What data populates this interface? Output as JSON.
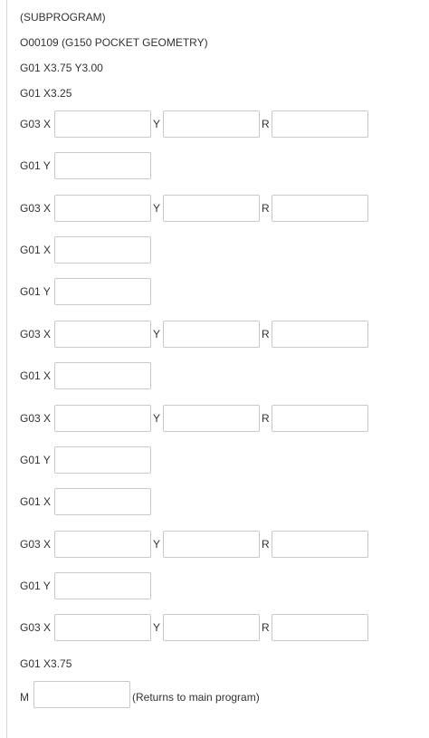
{
  "header": {
    "line1": "(SUBPROGRAM)",
    "line2": "O00109 (G150 POCKET GEOMETRY)",
    "line3": "G01 X3.75 Y3.00",
    "line4": "G01 X3.25"
  },
  "rows": [
    {
      "kind": "xyr",
      "label": "G03 X",
      "y_label": "Y",
      "r_label": "R",
      "x_value": "",
      "y_value": "",
      "r_value": ""
    },
    {
      "kind": "single",
      "label": "G01 Y",
      "value": ""
    },
    {
      "kind": "xyr",
      "label": "G03 X",
      "y_label": "Y",
      "r_label": "R",
      "x_value": "",
      "y_value": "",
      "r_value": ""
    },
    {
      "kind": "single",
      "label": "G01 X",
      "value": ""
    },
    {
      "kind": "single",
      "label": "G01 Y",
      "value": ""
    },
    {
      "kind": "xyr",
      "label": "G03 X",
      "y_label": "Y",
      "r_label": "R",
      "x_value": "",
      "y_value": "",
      "r_value": ""
    },
    {
      "kind": "single",
      "label": "G01 X",
      "value": ""
    },
    {
      "kind": "xyr",
      "label": "G03 X",
      "y_label": "Y",
      "r_label": "R",
      "x_value": "",
      "y_value": "",
      "r_value": ""
    },
    {
      "kind": "single",
      "label": "G01 Y",
      "value": ""
    },
    {
      "kind": "single",
      "label": "G01 X",
      "value": ""
    },
    {
      "kind": "xyr",
      "label": "G03 X",
      "y_label": "Y",
      "r_label": "R",
      "x_value": "",
      "y_value": "",
      "r_value": ""
    },
    {
      "kind": "single",
      "label": "G01 Y",
      "value": ""
    },
    {
      "kind": "xyr",
      "label": "G03 X",
      "y_label": "Y",
      "r_label": "R",
      "x_value": "",
      "y_value": "",
      "r_value": ""
    }
  ],
  "footer": {
    "line": "G01 X3.75",
    "m_label": "M",
    "m_value": "",
    "m_note": "(Returns to main program)"
  }
}
